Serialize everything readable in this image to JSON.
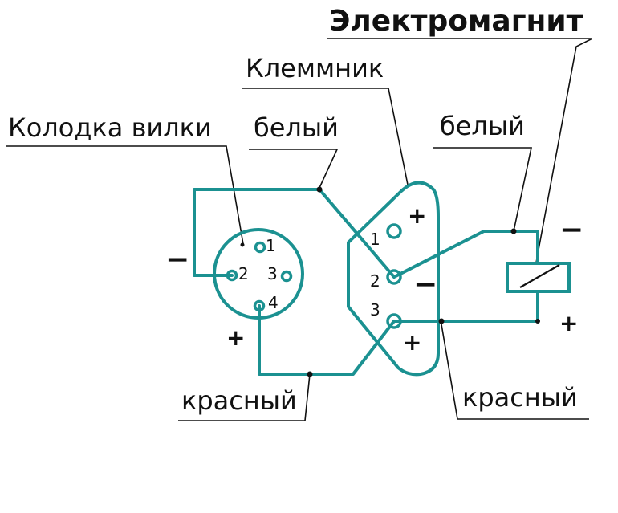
{
  "labels": {
    "electromagnet": "Электромагнит",
    "terminal_block": "Клеммник",
    "plug_block": "Колодка вилки",
    "white_left": "белый",
    "white_right": "белый",
    "red_left": "красный",
    "red_right": "красный"
  },
  "plug": {
    "pins": [
      "1",
      "2",
      "3",
      "4"
    ]
  },
  "terminal": {
    "pins": [
      "1",
      "2",
      "3"
    ]
  },
  "signs": {
    "plug_minus": "−",
    "plug_plus": "+",
    "terminal_plus_top": "+",
    "terminal_minus": "−",
    "terminal_plus_bottom": "+",
    "magnet_minus": "−",
    "magnet_plus": "+"
  },
  "colors": {
    "wire": "#1b9191",
    "leader": "#111111"
  }
}
